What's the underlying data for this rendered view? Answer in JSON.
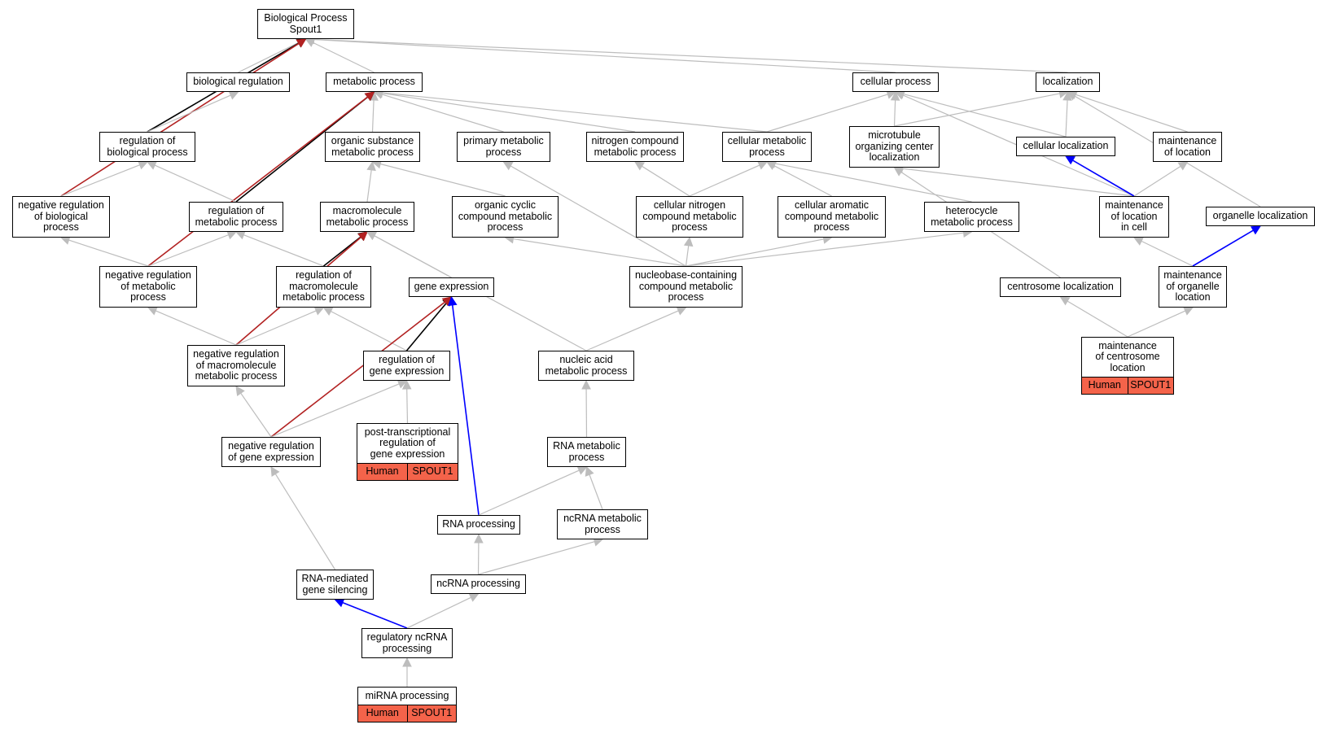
{
  "colors": {
    "is_a": "#bdbdbd",
    "regulates": "#000000",
    "negatively_regulates": "#b22222",
    "part_of": "#0000ff",
    "annotation": "#f4634a"
  },
  "nodes": {
    "bp": "Biological Process\nSpout1",
    "br": "biological regulation",
    "mp": "metabolic process",
    "cp": "cellular process",
    "loc": "localization",
    "rbp": "regulation of\nbiological process",
    "osmp": "organic substance\nmetabolic process",
    "pmp": "primary metabolic\nprocess",
    "ncmp": "nitrogen compound\nmetabolic process",
    "cmp": "cellular metabolic\nprocess",
    "mocl": "microtubule\norganizing center\nlocalization",
    "cl": "cellular localization",
    "mol": "maintenance\nof location",
    "nrbp": "negative regulation\nof biological\nprocess",
    "rmp": "regulation of\nmetabolic process",
    "mmp": "macromolecule\nmetabolic process",
    "occmp": "organic cyclic\ncompound metabolic\nprocess",
    "cncmp": "cellular nitrogen\ncompound metabolic\nprocess",
    "cacmp": "cellular aromatic\ncompound metabolic\nprocess",
    "hmp": "heterocycle\nmetabolic process",
    "mlc": "maintenance\nof location\nin cell",
    "ol": "organelle localization",
    "nrmp": "negative regulation\nof metabolic\nprocess",
    "rmmp": "regulation of\nmacromolecule\nmetabolic process",
    "ge": "gene expression",
    "nbcmp": "nucleobase-containing\ncompound metabolic\nprocess",
    "cenl": "centrosome localization",
    "mool": "maintenance\nof organelle\nlocation",
    "nrmmp": "negative regulation\nof macromolecule\nmetabolic process",
    "rge": "regulation of\ngene expression",
    "namp": "nucleic acid\nmetabolic process",
    "mocen": "maintenance\nof centrosome\nlocation",
    "nrge": "negative regulation\nof gene expression",
    "ptrge": "post-transcriptional\nregulation of\ngene expression",
    "rnamp": "RNA metabolic\nprocess",
    "rnap": "RNA processing",
    "ncmet": "ncRNA metabolic\nprocess",
    "rmgs": "RNA-mediated\ngene silencing",
    "ncp": "ncRNA processing",
    "rncp": "regulatory ncRNA\nprocessing",
    "mirna": "miRNA processing"
  },
  "annotations": {
    "species": "Human",
    "gene": "SPOUT1"
  },
  "edges": [
    [
      "br",
      "bp",
      "is_a"
    ],
    [
      "mp",
      "bp",
      "is_a"
    ],
    [
      "cp",
      "bp",
      "is_a"
    ],
    [
      "loc",
      "bp",
      "is_a"
    ],
    [
      "rbp",
      "bp",
      "regulates"
    ],
    [
      "nrbp",
      "bp",
      "negatively_regulates"
    ],
    [
      "rbp",
      "br",
      "is_a"
    ],
    [
      "osmp",
      "mp",
      "is_a"
    ],
    [
      "pmp",
      "mp",
      "is_a"
    ],
    [
      "ncmp",
      "mp",
      "is_a"
    ],
    [
      "cmp",
      "mp",
      "is_a"
    ],
    [
      "rmp",
      "mp",
      "regulates"
    ],
    [
      "nrmp",
      "mp",
      "negatively_regulates"
    ],
    [
      "cmp",
      "cp",
      "is_a"
    ],
    [
      "mocl",
      "cp",
      "is_a"
    ],
    [
      "cl",
      "cp",
      "is_a"
    ],
    [
      "mlc",
      "cp",
      "is_a"
    ],
    [
      "mocl",
      "loc",
      "is_a"
    ],
    [
      "cl",
      "loc",
      "is_a"
    ],
    [
      "mol",
      "loc",
      "is_a"
    ],
    [
      "ol",
      "loc",
      "is_a"
    ],
    [
      "nrbp",
      "rbp",
      "is_a"
    ],
    [
      "rmp",
      "rbp",
      "is_a"
    ],
    [
      "mmp",
      "osmp",
      "is_a"
    ],
    [
      "occmp",
      "osmp",
      "is_a"
    ],
    [
      "nbcmp",
      "pmp",
      "is_a"
    ],
    [
      "cncmp",
      "ncmp",
      "is_a"
    ],
    [
      "cncmp",
      "cmp",
      "is_a"
    ],
    [
      "cacmp",
      "cmp",
      "is_a"
    ],
    [
      "hmp",
      "cmp",
      "is_a"
    ],
    [
      "mlc",
      "mocl",
      "is_a"
    ],
    [
      "mlc",
      "cl",
      "part_of"
    ],
    [
      "mlc",
      "mol",
      "is_a"
    ],
    [
      "nrmp",
      "nrbp",
      "is_a"
    ],
    [
      "nrmp",
      "rmp",
      "is_a"
    ],
    [
      "rmmp",
      "rmp",
      "is_a"
    ],
    [
      "rmmp",
      "mmp",
      "regulates"
    ],
    [
      "nrmmp",
      "mmp",
      "negatively_regulates"
    ],
    [
      "ge",
      "mmp",
      "is_a"
    ],
    [
      "namp",
      "mmp",
      "is_a"
    ],
    [
      "nbcmp",
      "occmp",
      "is_a"
    ],
    [
      "nbcmp",
      "cncmp",
      "is_a"
    ],
    [
      "nbcmp",
      "cacmp",
      "is_a"
    ],
    [
      "nbcmp",
      "hmp",
      "is_a"
    ],
    [
      "mool",
      "mlc",
      "is_a"
    ],
    [
      "mool",
      "ol",
      "part_of"
    ],
    [
      "nrmmp",
      "nrmp",
      "is_a"
    ],
    [
      "nrmmp",
      "rmmp",
      "is_a"
    ],
    [
      "rge",
      "rmmp",
      "is_a"
    ],
    [
      "rge",
      "ge",
      "regulates"
    ],
    [
      "nrge",
      "ge",
      "negatively_regulates"
    ],
    [
      "rnap",
      "ge",
      "part_of"
    ],
    [
      "namp",
      "nbcmp",
      "is_a"
    ],
    [
      "cenl",
      "mocl",
      "is_a"
    ],
    [
      "mocen",
      "cenl",
      "is_a"
    ],
    [
      "mocen",
      "mool",
      "is_a"
    ],
    [
      "nrge",
      "nrmmp",
      "is_a"
    ],
    [
      "nrge",
      "rge",
      "is_a"
    ],
    [
      "ptrge",
      "rge",
      "is_a"
    ],
    [
      "rnamp",
      "namp",
      "is_a"
    ],
    [
      "rnap",
      "rnamp",
      "is_a"
    ],
    [
      "ncmet",
      "rnamp",
      "is_a"
    ],
    [
      "rmgs",
      "nrge",
      "is_a"
    ],
    [
      "ncp",
      "rnap",
      "is_a"
    ],
    [
      "ncp",
      "ncmet",
      "is_a"
    ],
    [
      "rncp",
      "rmgs",
      "part_of"
    ],
    [
      "rncp",
      "ncp",
      "is_a"
    ],
    [
      "mirna",
      "rncp",
      "is_a"
    ]
  ]
}
